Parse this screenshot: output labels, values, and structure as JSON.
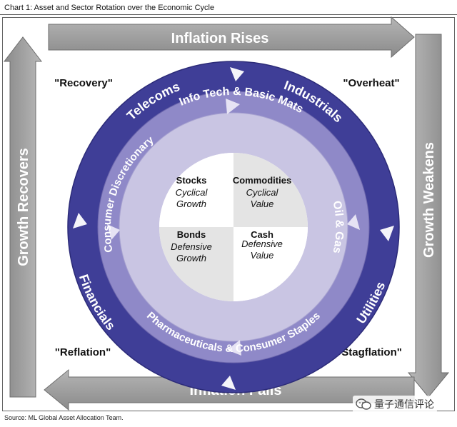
{
  "title": "Chart 1: Asset and Sector Rotation over the Economic Cycle",
  "source": "Source: ML Global Asset Allocation Team.",
  "arrows": {
    "top": "Inflation Rises",
    "bottom": "Inflation Falls",
    "left": "Growth Recovers",
    "right": "Growth Weakens"
  },
  "phases": {
    "top_left": "\"Recovery\"",
    "top_right": "\"Overheat\"",
    "bottom_left": "\"Reflation\"",
    "bottom_right": "\"Stagflation\""
  },
  "outer_ring": {
    "telecoms": "Telecoms",
    "industrials": "Industrials",
    "utilities": "Utilities",
    "financials": "Financials"
  },
  "inner_ring": {
    "info_tech": "Info Tech & Basic Mats",
    "oil_gas": "Oil & Gas",
    "pharma": "Pharmaceuticals & Consumer Staples",
    "consumer_disc": "Consumer Discretionary"
  },
  "quadrants": {
    "stocks": {
      "name": "Stocks",
      "line1": "Cyclical",
      "line2": "Growth"
    },
    "commodities": {
      "name": "Commodities",
      "line1": "Cyclical",
      "line2": "Value"
    },
    "bonds": {
      "name": "Bonds",
      "line1": "Defensive",
      "line2": "Growth"
    },
    "cash": {
      "name": "Cash",
      "line1": "Defensive",
      "line2": "Value"
    }
  },
  "watermark": "量子通信评论",
  "colors": {
    "outer_ring": "#3f3e97",
    "middle_ring": "#8f89c8",
    "inner_ring": "#c9c5e3",
    "arrow_gray": "#8c8c8c"
  }
}
